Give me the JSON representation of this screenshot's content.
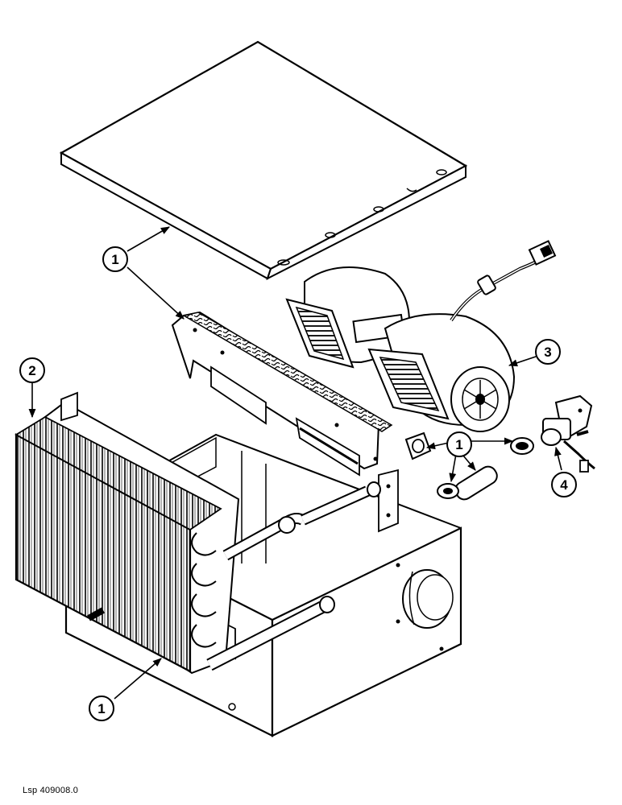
{
  "callouts": {
    "c1_top": "1",
    "c1_mid": "1",
    "c1_bottom": "1",
    "c2": "2",
    "c3": "3",
    "c4": "4"
  },
  "reference": "Lsp 409008.0"
}
